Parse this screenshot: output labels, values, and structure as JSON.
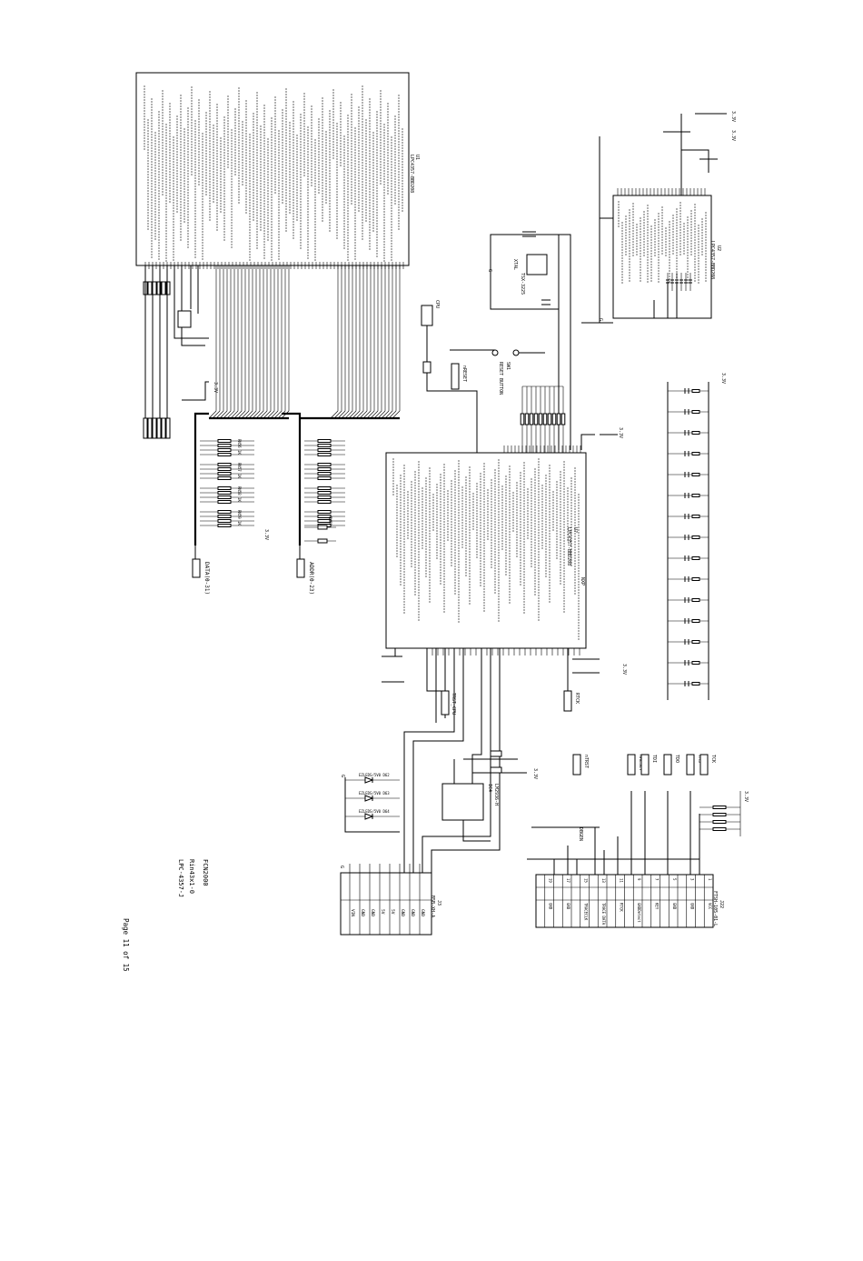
{
  "sheet": {
    "page_label": "Page 11 of 15",
    "title_lines": [
      "FCN2000",
      "Rin43x1-0",
      "LPC-4357-J"
    ]
  },
  "parts": {
    "u_top": {
      "ref": "U1",
      "part": "LPC4357-BBD208"
    },
    "u_main": {
      "ref": "U?",
      "part": "LPC4357-BBD208",
      "sub": "NXP"
    },
    "u_right": {
      "ref": "U2",
      "part": "LPC4357-BBD208"
    },
    "u_reg": {
      "ref": "IC4",
      "part": "LM2936-H"
    },
    "crystal": {
      "ref": "XTAL",
      "part": "TSX-3225"
    },
    "reset_switch": {
      "ref": "SW1",
      "part": "RESET BUTTON"
    },
    "jtag": {
      "ref": "J22",
      "part": "FTSH-105-01-L"
    },
    "power_conn": {
      "ref": "J3",
      "part": "B5B-XH-A"
    }
  },
  "rails": {
    "vcc": "3.3V",
    "gnd": "G"
  },
  "nets": {
    "reset": "nRESET",
    "bus_a": "DATA(0-31)",
    "bus_b": "ADDR(0-23)",
    "cpu": "CPU",
    "tck": "TCK",
    "tms": "TMS",
    "tdo": "TDO",
    "tdi": "TDI",
    "trst": "nTRST",
    "dbgen": "DBGEN",
    "rtck": "RTCK",
    "cpu_pin": "TRST_CPU"
  },
  "diodes": [
    {
      "ref": "D62",
      "part": "EZLEDS/5V0"
    },
    {
      "ref": "D63",
      "part": "EZLEDS/5V0"
    },
    {
      "ref": "D64",
      "part": "EZLEDS/5V0"
    }
  ],
  "res_pack": [
    {
      "ref": "RN56",
      "val": "1K"
    },
    {
      "ref": "RN57",
      "val": "1K"
    },
    {
      "ref": "RN58",
      "val": "1K"
    },
    {
      "ref": "RN59",
      "val": "1K"
    },
    {
      "ref": "RN60",
      "val": "1K"
    }
  ],
  "jtag_pins": [
    {
      "num": "1",
      "name": "VCC"
    },
    {
      "num": "3",
      "name": "GND"
    },
    {
      "num": "5",
      "name": "GND"
    },
    {
      "num": "7",
      "name": "KEY"
    },
    {
      "num": "9",
      "name": "GNDDetect"
    },
    {
      "num": "11",
      "name": "RTCK"
    },
    {
      "num": "13",
      "name": "TRACE DATA"
    },
    {
      "num": "15",
      "name": "TRACECLK"
    },
    {
      "num": "17",
      "name": "GND"
    },
    {
      "num": "19",
      "name": "GND"
    }
  ],
  "power_pins": [
    "VIN",
    "GND",
    "GND",
    "5V",
    "5V",
    "GND",
    "GND",
    "GND"
  ]
}
